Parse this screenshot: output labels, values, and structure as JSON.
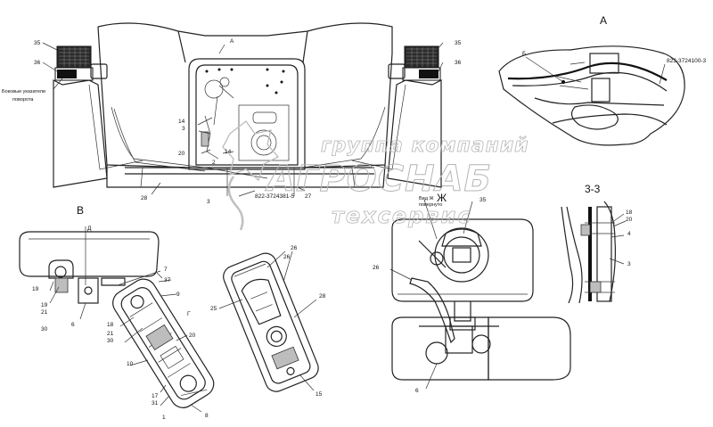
{
  "views": {
    "A": "А",
    "B": "В",
    "section": "3-3"
  },
  "labels": {
    "l35a": "35",
    "l36a": "36",
    "l35b": "35",
    "l36b": "36",
    "side_turn": "Боковые указатели",
    "side_turn2": "поворота",
    "viewA_mark": "А",
    "n14a": "14",
    "n3": "3",
    "n20": "20",
    "n14b": "14",
    "n2": "2",
    "n28": "28",
    "n3b": "3",
    "part1": "822-3724381-5",
    "n27": "27",
    "partA": "823-3724100-3",
    "markB": "Б",
    "n18a": "18",
    "n20a": "20",
    "n4": "4",
    "n3c": "3",
    "markD": "Д",
    "n19": "19",
    "n7": "7",
    "n37": "37",
    "n19b": "19",
    "n21a": "21",
    "n30a": "30",
    "n6": "6",
    "n9": "9",
    "n18b": "18",
    "n21b": "21",
    "n30b": "30",
    "markG": "Г",
    "n20b": "20",
    "n10": "10",
    "n17": "17",
    "n31": "31",
    "n1": "1",
    "n8": "8",
    "n26a": "26",
    "n26b": "26",
    "n25": "25",
    "n28b": "28",
    "n15": "15",
    "view_zh": "Ж",
    "zh_sub": "Вид Ж",
    "zh_sub2": "повернуто",
    "n35z": "35",
    "n26z": "26",
    "n6z": "6"
  },
  "watermark": {
    "line1": "группа компаний",
    "line2": "АГРОСНАБ",
    "line3": "техсервис"
  }
}
